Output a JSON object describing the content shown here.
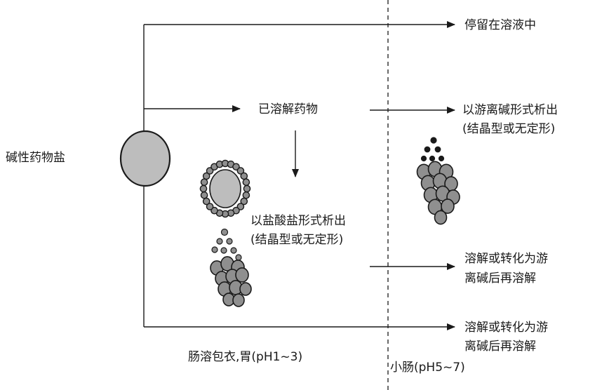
{
  "diagram": {
    "source_label": "碱性药物盐",
    "outcome_top": "停留在溶液中",
    "dissolved_label": "已溶解药物",
    "free_base_precip": {
      "line1": "以游离碱形式析出",
      "line2": "(结晶型或无定形)"
    },
    "hcl_precip": {
      "line1": "以盐酸盐形式析出",
      "line2": "(结晶型或无定形)"
    },
    "redissolve_1": {
      "line1": "溶解或转化为游",
      "line2": "离碱后再溶解"
    },
    "redissolve_2": {
      "line1": "溶解或转化为游",
      "line2": "离碱后再溶解"
    },
    "region_stomach": "肠溶包衣,胃(pH1~3)",
    "region_intestine": "小肠(pH5~7)"
  },
  "colors": {
    "line": "#1a1a1a",
    "salt_fill": "#bdbdbd",
    "particle_fill": "#8f8f8f",
    "particle_dark": "#1a1a1a"
  }
}
